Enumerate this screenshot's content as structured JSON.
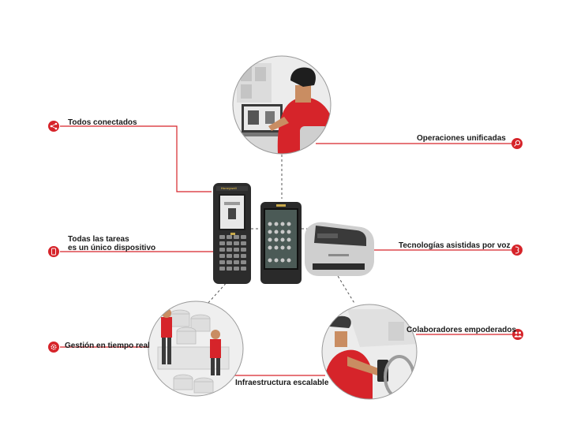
{
  "labels": {
    "todos_conectados": "Todos conectados",
    "operaciones_unificadas": "Operaciones unificadas",
    "todas_tareas_1": "Todas las tareas",
    "todas_tareas_2": "es un único dispositivo",
    "tecnologias_voz": "Tecnologías asistidas por voz",
    "gestion_tiempo_real": "Gestión en tiempo real",
    "colaboradores_empoderados": "Colaboradores empoderados",
    "infraestructura_escalable": "Infraestructura escalable"
  },
  "device_brand": "Honeywell",
  "colors": {
    "accent": "#d6242a",
    "line": "#d6242a",
    "dashed": "#555555"
  },
  "icons": {
    "todos_conectados": "share-icon",
    "operaciones_unificadas": "search-icon",
    "todas_tareas": "phone-icon",
    "tecnologias_voz": "voice-icon",
    "gestion_tiempo_real": "gear-icon",
    "colaboradores_empoderados": "people-icon"
  }
}
